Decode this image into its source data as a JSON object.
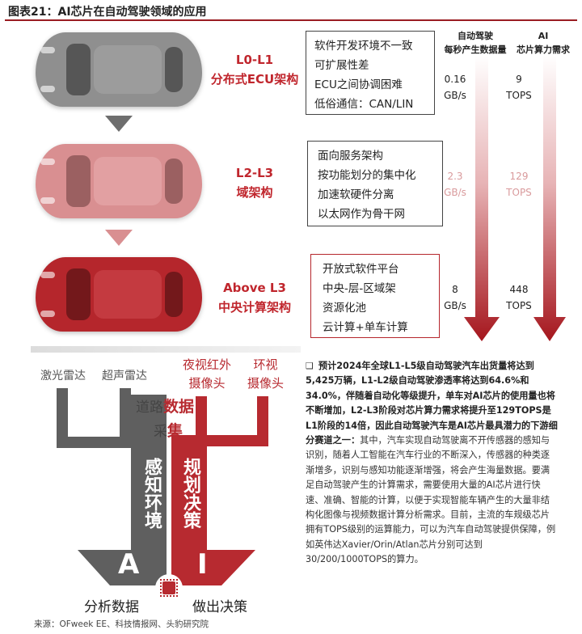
{
  "title": "图表21：AI芯片在自动驾驶领域的应用",
  "headers": {
    "data_rate": [
      "自动驾驶",
      "每秒产生数据量"
    ],
    "tops": [
      "AI",
      "芯片算力需求"
    ]
  },
  "levels": [
    {
      "level": "L0-L1",
      "arch": "分布式ECU架构",
      "features": [
        "软件开发环境不一致",
        "可扩展性差",
        "ECU之间协调困难",
        "低俗通信：CAN/LIN"
      ],
      "data_value": "0.16",
      "data_unit": "GB/s",
      "tops_value": "9",
      "tops_unit": "TOPS",
      "car_color": "#8f8f8f"
    },
    {
      "level": "L2-L3",
      "arch": "域架构",
      "features": [
        "面向服务架构",
        "按功能划分的集中化",
        "加速软硬件分离",
        "以太网作为骨干网"
      ],
      "data_value": "2.3",
      "data_unit": "GB/s",
      "tops_value": "129",
      "tops_unit": "TOPS",
      "car_color": "#d98f91"
    },
    {
      "level": "Above L3",
      "arch": "中央计算架构",
      "features": [
        "开放式软件平台",
        "中央-层-区域架",
        "资源化池",
        "云计算+单车计算"
      ],
      "data_value": "8",
      "data_unit": "GB/s",
      "tops_value": "448",
      "tops_unit": "TOPS",
      "car_color": "#b5262c"
    }
  ],
  "sensors": {
    "lidar": "激光雷达",
    "ultrasonic": "超声雷达",
    "night_camera": [
      "夜视红外",
      "摄像头"
    ],
    "surround_camera": [
      "环视",
      "摄像头"
    ]
  },
  "flow": {
    "collect_1": "道路",
    "collect_2": "数据",
    "collect_3": "采",
    "collect_4": "集",
    "perceive": "感知环境",
    "plan": "规划决策",
    "letter_a": "A",
    "letter_i": "I",
    "analyze": "分析数据",
    "decide": "做出决策"
  },
  "description": {
    "bullet": "❑",
    "bold": "预计2024年全球L1-L5级自动驾驶汽车出货量将达到5,425万辆，L1-L2级自动驾驶渗透率将达到64.6%和34.0%，伴随着自动化等级提升，单车对AI芯片的使用量也将不断增加，L2-L3阶段对芯片算力需求将提升至129TOPS是L1阶段的14倍，因此自动驾驶汽车是AI芯片最具潜力的下游细分赛道之一：",
    "normal": "其中，汽车实现自动驾驶离不开传感器的感知与识别，随着人工智能在汽车行业的不断深入，传感器的种类逐渐增多，识别与感知功能逐渐增强，将会产生海量数据。要满足自动驾驶产生的计算需求，需要使用大量的AI芯片进行快速、准确、智能的计算，以便于实现智能车辆产生的大量非结构化图像与视频数据计算分析需求。目前，主流的车规级芯片拥有TOPS级别的运算能力，可以为汽车自动驾驶提供保障，例如英伟达Xavier/Orin/Atlan芯片分别可达到30/200/1000TOPS的算力。"
  },
  "source": "来源：OFweek EE、科技情报网、头豹研究院"
}
